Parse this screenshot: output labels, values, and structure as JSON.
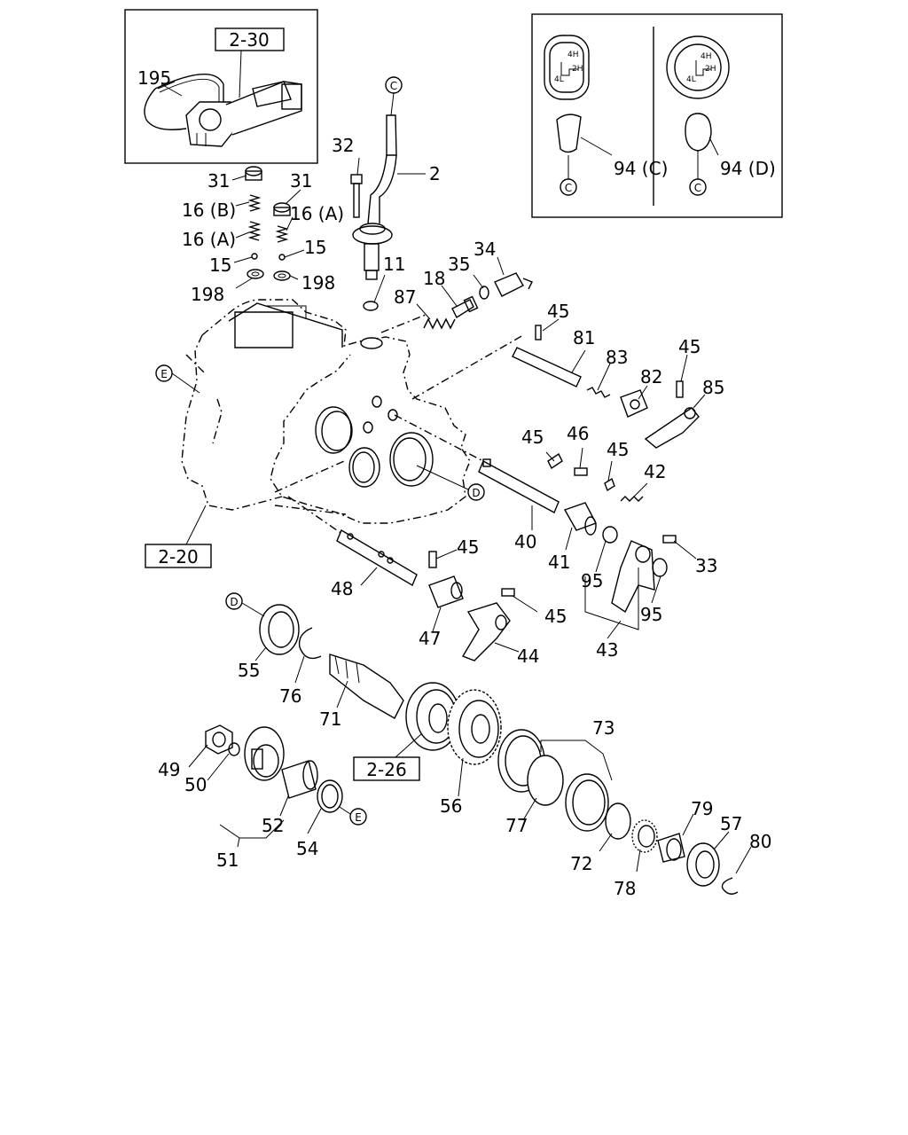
{
  "ref_boxes": [
    "2-30",
    "2-20",
    "2-26"
  ],
  "shift_patterns": [
    "4H",
    "2H",
    "4L"
  ],
  "circle_markers": [
    "C",
    "C",
    "C",
    "D",
    "D",
    "E",
    "E"
  ],
  "callouts": [
    "195",
    "32",
    "2",
    "31",
    "31",
    "16 (B)",
    "16 (A)",
    "16 (A)",
    "15",
    "15",
    "198",
    "198",
    "11",
    "87",
    "18",
    "35",
    "34",
    "45",
    "81",
    "83",
    "82",
    "45",
    "85",
    "45",
    "46",
    "45",
    "42",
    "40",
    "41",
    "33",
    "48",
    "45",
    "45",
    "95",
    "95",
    "47",
    "44",
    "43",
    "55",
    "76",
    "71",
    "73",
    "49",
    "50",
    "56",
    "77",
    "52",
    "54",
    "51",
    "72",
    "79",
    "57",
    "80",
    "78",
    "94 (C)",
    "94 (D)"
  ]
}
